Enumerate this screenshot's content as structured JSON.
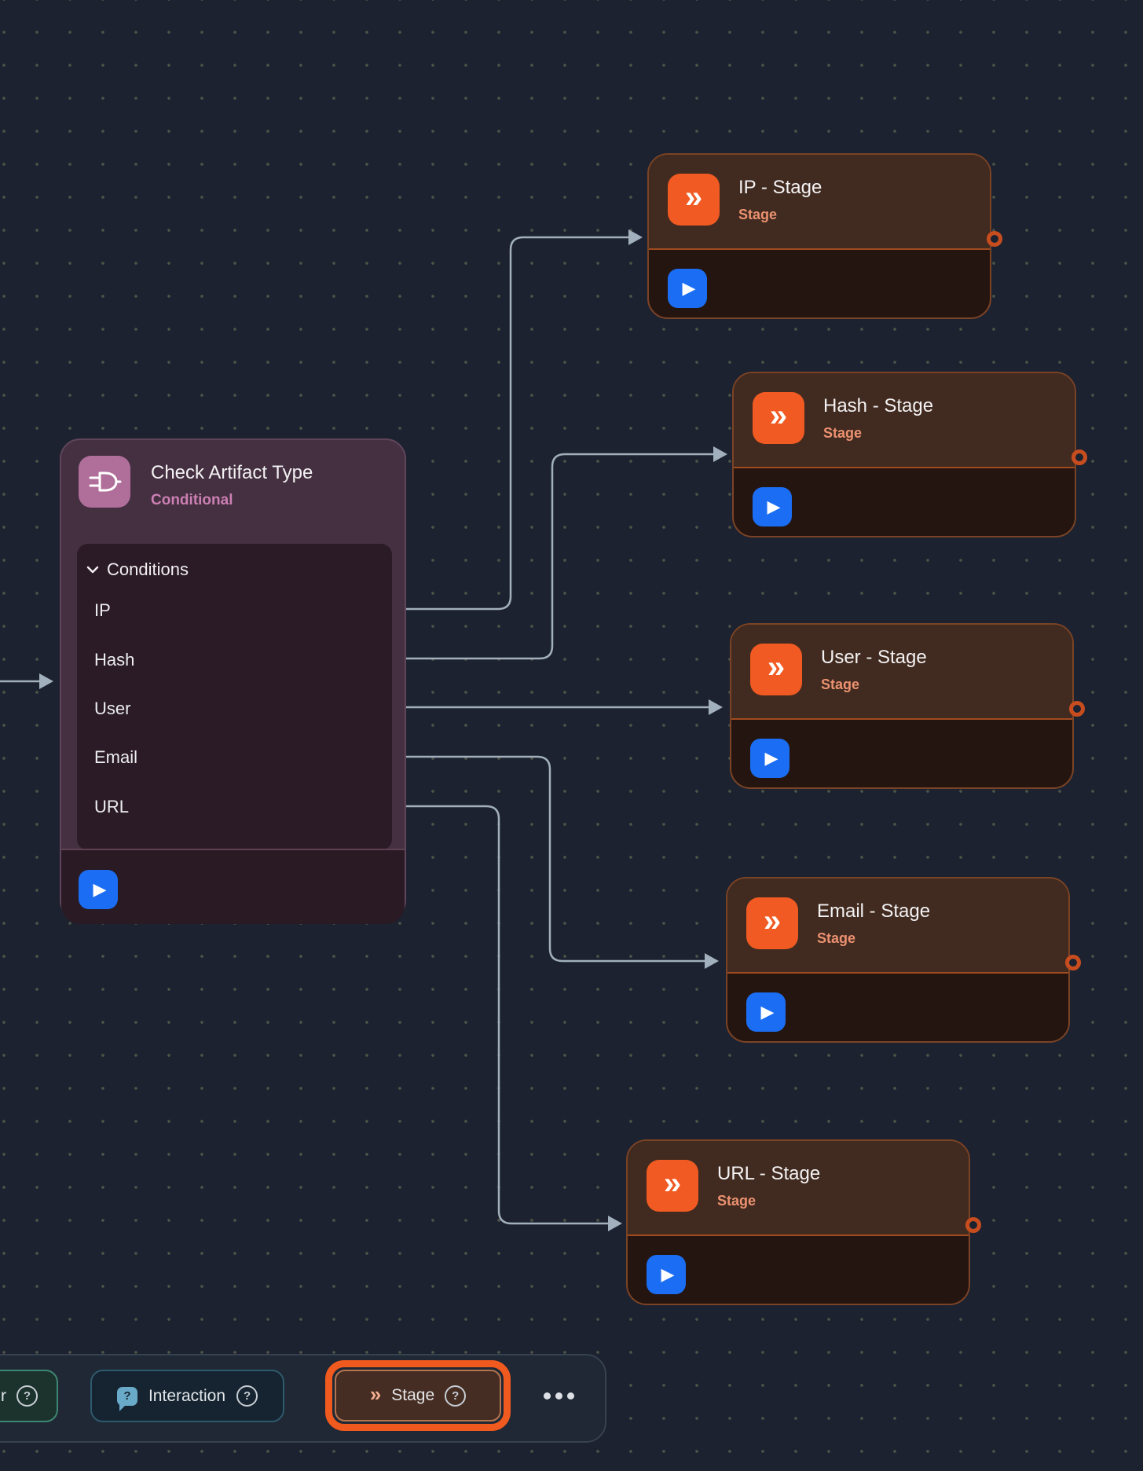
{
  "conditional_node": {
    "title": "Check Artifact Type",
    "type_label": "Conditional",
    "section_label": "Conditions",
    "conditions": [
      "IP",
      "Hash",
      "User",
      "Email",
      "URL"
    ]
  },
  "stage_nodes": [
    {
      "title": "IP - Stage",
      "type_label": "Stage"
    },
    {
      "title": "Hash - Stage",
      "type_label": "Stage"
    },
    {
      "title": "User - Stage",
      "type_label": "Stage"
    },
    {
      "title": "Email - Stage",
      "type_label": "Stage"
    },
    {
      "title": "URL - Stage",
      "type_label": "Stage"
    }
  ],
  "toolbar": {
    "partial_button": {
      "visible_text": "r",
      "help_glyph": "?"
    },
    "interaction_button": {
      "label": "Interaction",
      "icon_glyph": "?",
      "help_glyph": "?"
    },
    "stage_button": {
      "label": "Stage",
      "icon_glyph": "»",
      "help_glyph": "?",
      "selected": true
    },
    "play_glyph": "▶",
    "stage_icon_glyph": "»"
  },
  "colors": {
    "canvas_bg": "#1C2230",
    "edge": "#A2AFBC",
    "stage_accent": "#F15A22",
    "stage_header_bg": "#412B20",
    "stage_subtitle": "#EC9170",
    "conditional_header_bg": "#443041",
    "conditional_icon_bg": "#B06E9B",
    "conditional_subtitle": "#CC7FB2",
    "play_button_blue": "#1B6EF3",
    "selection_ring_orange": "#F05A1F",
    "output_port_ring": "#C74D1F"
  }
}
